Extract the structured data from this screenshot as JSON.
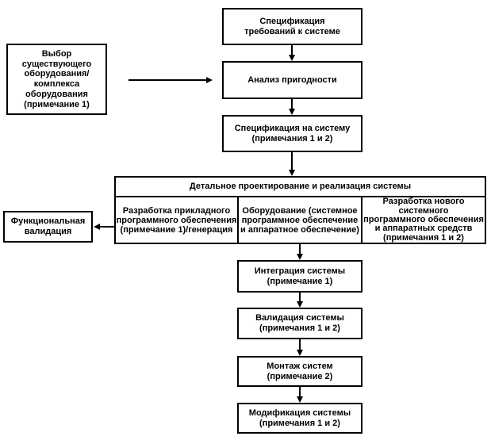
{
  "diagram": {
    "background_color": "#ffffff",
    "line_color": "#000000",
    "type": "flowchart"
  },
  "nodes": {
    "spec_requirements": "Спецификация\nтребований к системе",
    "equipment_choice": "Выбор существующего\nоборудования/\nкомплекса оборудования\n(примечание 1)",
    "analysis": "Анализ пригодности",
    "system_spec": "Спецификация на систему\n(примечания 1 и 2)",
    "detailed_design": "Детальное проектирование и реализация системы",
    "app_software": "Разработка прикладного\nпрограммного обеспечения\n(примечание 1)/генерация",
    "equipment": "Оборудование (системное\nпрограммное обеспечение\nи аппаратное обеспечение)",
    "new_system_software": "Разработка нового системного\nпрограммного обеспечения\nи аппаратных средств\n(примечания 1 и 2)",
    "functional_validation": "Функциональная\nвалидация",
    "integration": "Интеграция системы\n(примечание 1)",
    "validation": "Валидация системы\n(примечания 1 и 2)",
    "installation": "Монтаж систем\n(примечание 2)",
    "modification": "Модификация системы\n(примечания 1 и 2)"
  }
}
